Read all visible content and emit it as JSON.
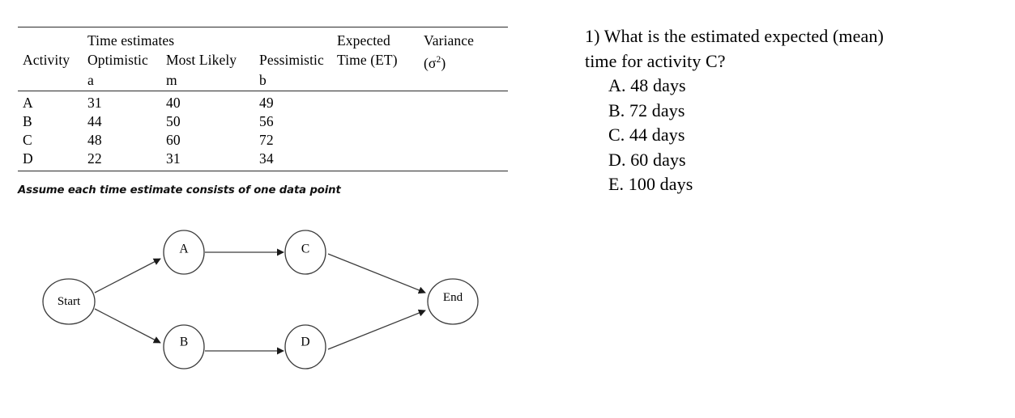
{
  "table": {
    "group_header": "Time estimates",
    "headers": {
      "activity": "Activity",
      "optimistic": "Optimistic",
      "most_likely": "Most Likely",
      "pessimistic": "Pessimistic",
      "expected_line1": "Expected",
      "expected_line2": "Time (ET)",
      "variance_line1": "Variance",
      "variance_line2_open": "(σ",
      "variance_line2_sup": "2",
      "variance_line2_close": ")"
    },
    "symbols": {
      "optimistic": "a",
      "most_likely": "m",
      "pessimistic": "b"
    },
    "rows": [
      {
        "activity": "A",
        "a": "31",
        "m": "40",
        "b": "49",
        "et": "",
        "variance": ""
      },
      {
        "activity": "B",
        "a": "44",
        "m": "50",
        "b": "56",
        "et": "",
        "variance": ""
      },
      {
        "activity": "C",
        "a": "48",
        "m": "60",
        "b": "72",
        "et": "",
        "variance": ""
      },
      {
        "activity": "D",
        "a": "22",
        "m": "31",
        "b": "34",
        "et": "",
        "variance": ""
      }
    ],
    "note": "Assume each time estimate consists of one data point"
  },
  "diagram": {
    "nodes": [
      {
        "id": "start",
        "label": "Start"
      },
      {
        "id": "a",
        "label": "A"
      },
      {
        "id": "b",
        "label": "B"
      },
      {
        "id": "c",
        "label": "C"
      },
      {
        "id": "d",
        "label": "D"
      },
      {
        "id": "end",
        "label": "End"
      }
    ],
    "edges": [
      {
        "from": "start",
        "to": "a"
      },
      {
        "from": "start",
        "to": "b"
      },
      {
        "from": "a",
        "to": "c"
      },
      {
        "from": "b",
        "to": "d"
      },
      {
        "from": "c",
        "to": "end"
      },
      {
        "from": "d",
        "to": "end"
      }
    ]
  },
  "question": {
    "line1": "1) What is the estimated expected (mean)",
    "line2": "time for activity C?",
    "options": [
      "A. 48 days",
      "B. 72 days",
      "C. 44 days",
      "D. 60 days",
      "E. 100 days"
    ]
  },
  "colors": {
    "ink": "#000000",
    "rule": "#2a2a2a",
    "stroke": "#3c3c3c",
    "background": "#ffffff"
  }
}
